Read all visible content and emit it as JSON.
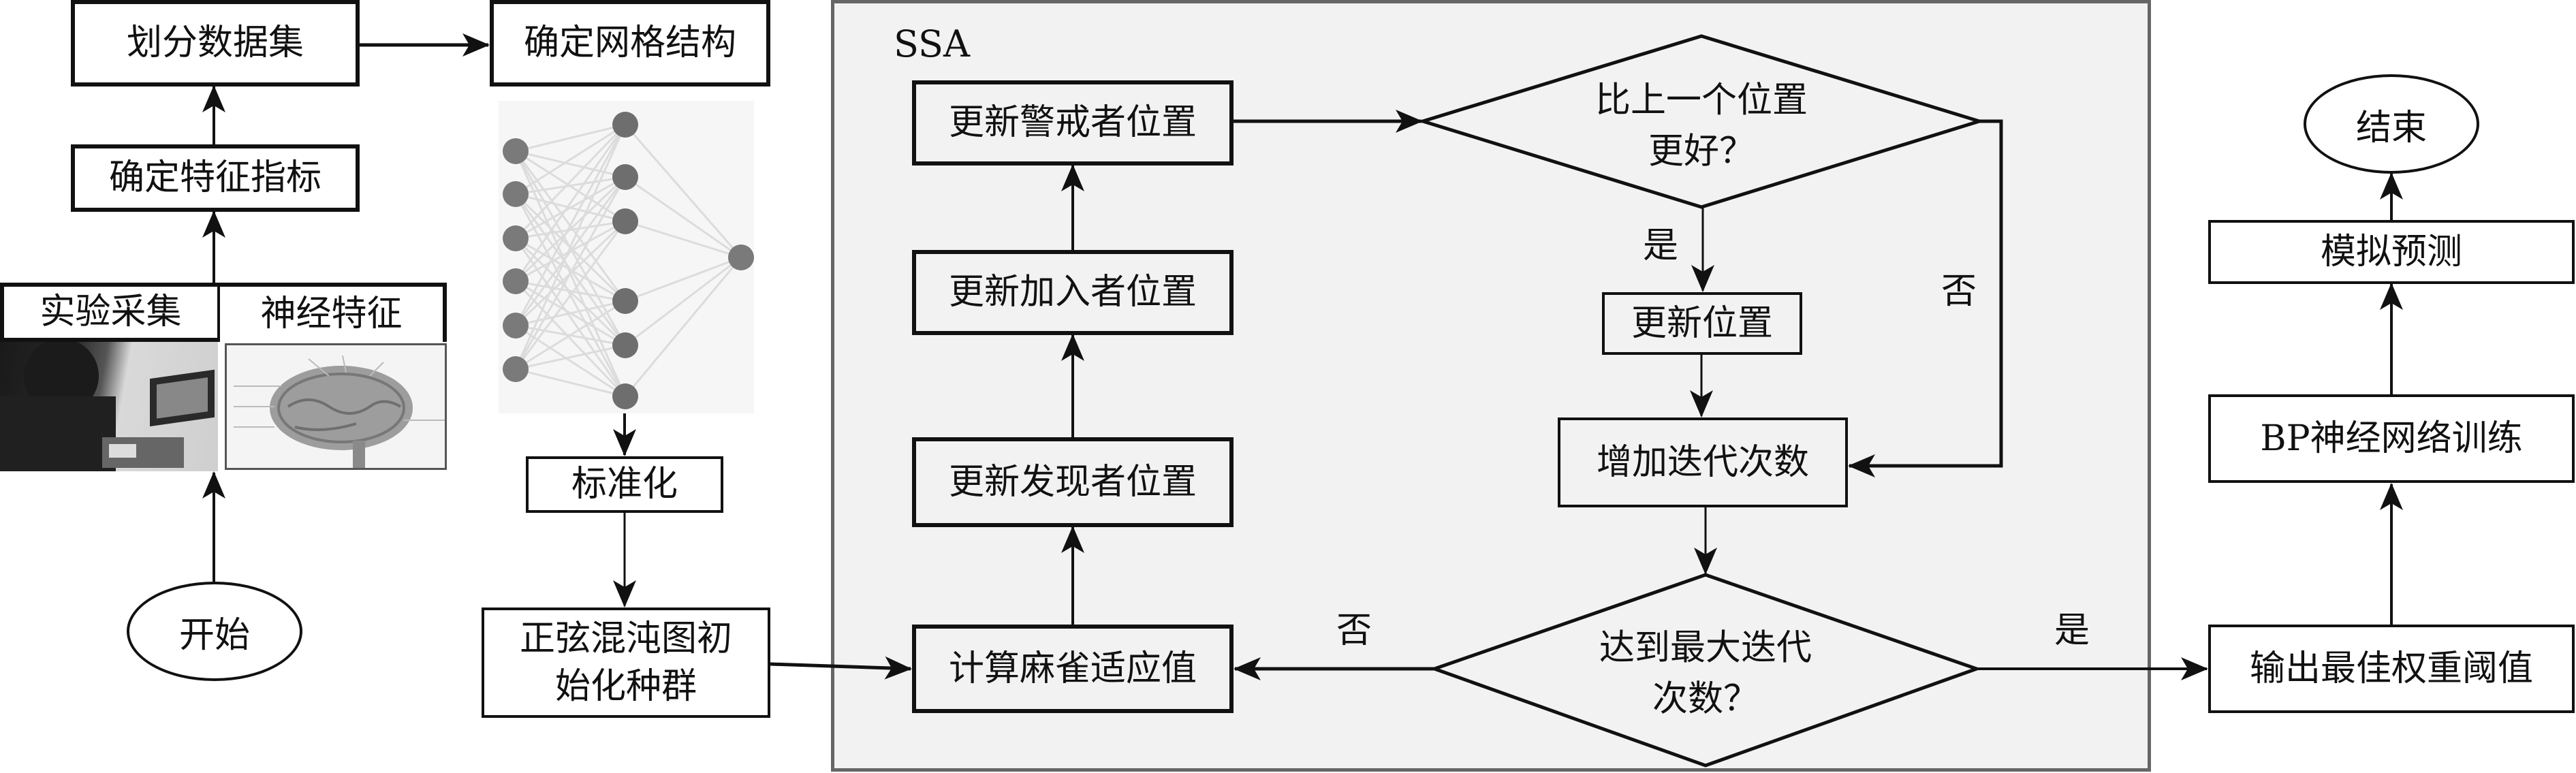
{
  "flow_left": {
    "start": "开始",
    "collect_header": "实验采集",
    "neural_header": "神经特征",
    "photo_experiment": "experiment-photo",
    "photo_brain": "brain-diagram",
    "feature_index": "确定特征指标",
    "split_dataset": "划分数据集",
    "network_structure": "确定网格结构",
    "nn_image": "neural-network-diagram",
    "normalize": "标准化",
    "init_population": [
      "正弦混沌图初",
      "始化种群"
    ]
  },
  "ssa": {
    "title": "SSA",
    "update_vigilant": "更新警戒者位置",
    "update_joiner": "更新加入者位置",
    "update_discoverer": "更新发现者位置",
    "compute_fitness": "计算麻雀适应值",
    "better_decision": [
      "比上一个位置",
      "更好？"
    ],
    "update_position": "更新位置",
    "increase_iter": "增加迭代次数",
    "max_iter_decision": [
      "达到最大迭代",
      "次数？"
    ],
    "yes_label": "是",
    "no_label": "否",
    "no_label_bottom": "否",
    "yes_label_bottom": "是"
  },
  "flow_right": {
    "output_best": "输出最佳权重阈值",
    "bp_train": "BP神经网络训练",
    "simulate_predict": "模拟预测",
    "end": "结束"
  },
  "colors": {
    "line": "#111111",
    "ssa_panel_bg": "#f2f2f2",
    "ssa_panel_border": "#666666",
    "node": "#7a7a7a"
  }
}
